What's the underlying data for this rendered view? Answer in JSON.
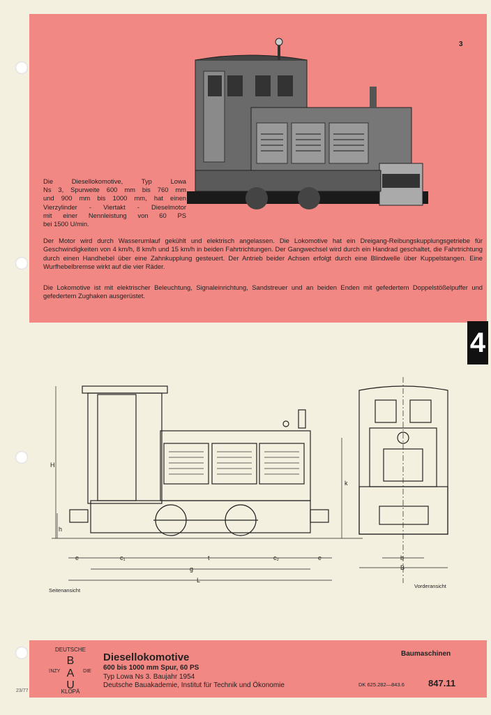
{
  "page_number": "3",
  "section_tab": "4",
  "intro_lines": [
    "Die Diesellokomotive, Typ Lowa",
    "Ns 3, Spurweite 600 mm bis 760 mm",
    "und 900 mm bis 1000 mm, hat einen",
    "Vierzylinder - Viertakt - Dieselmotor",
    "mit einer Nennleistung von 60 PS",
    "bei 1500 U/min."
  ],
  "paragraph1": "Der Motor wird durch Wasserumlauf gekühlt und elektrisch angelassen. Die Lokomotive hat ein Dreigang-Reibungskupplungsgetriebe für Geschwindigkeiten von 4 km/h, 8 km/h und 15 km/h in beiden Fahrtrichtungen. Der Gangwechsel wird durch ein Handrad geschaltet, die Fahrtrichtung durch einen Handhebel über eine Zahnkupplung gesteuert. Der Antrieb beider Achsen erfolgt durch eine Blindwelle über Kuppelstangen. Eine Wurfhebelbremse wirkt auf die vier Räder.",
  "paragraph2": "Die Lokomotive ist mit elektrischer Beleuchtung, Signaleinrichtung, Sandstreuer und an beiden Enden mit gefedertem Doppelstößelpuffer und gefedertem Zughaken ausgerüstet.",
  "drawing": {
    "side_view_label": "Seitenansicht",
    "front_view_label": "Vorderansicht",
    "dims": {
      "e": "e",
      "c1": "c₁",
      "t": "t",
      "c2": "c₂",
      "g": "g",
      "L": "L",
      "H": "H",
      "h": "h",
      "k": "k",
      "b": "b",
      "B": "B"
    }
  },
  "footer": {
    "logo_text": "DEUTSCHE BAU ENZYKLOPÄDIE",
    "title": "Diesellokomotive",
    "subtitle": "600 bis 1000 mm Spur, 60 PS",
    "line3": "Typ Lowa Ns 3. Baujahr 1954",
    "line4": "Deutsche Bauakademie, Institut für Technik und Ökonomie",
    "category": "Baumaschinen",
    "dk": "DK 625.282—843.6",
    "sheet_number": "847.11",
    "edition": "23/77"
  }
}
